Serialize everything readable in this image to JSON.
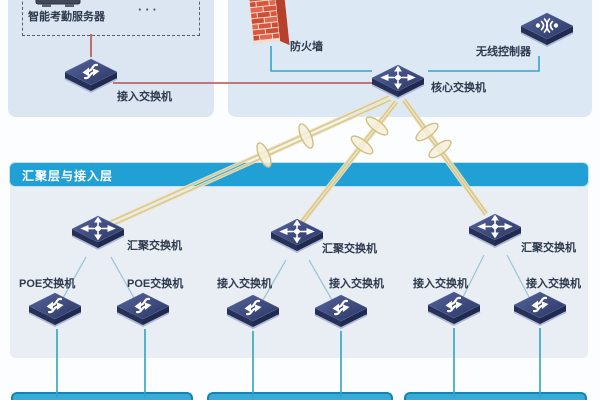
{
  "sections": {
    "aggregation_access": {
      "title": "汇聚层与接入层"
    }
  },
  "nodes": {
    "attendance_server": {
      "label": "智能考勤服务器",
      "more": "···"
    },
    "access_switch_top": {
      "label": "接入交换机"
    },
    "firewall": {
      "label": "防火墙"
    },
    "wireless_controller": {
      "label": "无线控制器"
    },
    "core_switch": {
      "label": "核心交换机"
    },
    "agg_switch_1": {
      "label": "汇聚交换机"
    },
    "agg_switch_2": {
      "label": "汇聚交换机"
    },
    "agg_switch_3": {
      "label": "汇聚交换机"
    },
    "poe_switch_1": {
      "label": "POE交换机"
    },
    "poe_switch_2": {
      "label": "POE交换机"
    },
    "access_switch_1": {
      "label": "接入交换机"
    },
    "access_switch_2": {
      "label": "接入交换机"
    },
    "access_switch_3": {
      "label": "接入交换机"
    },
    "access_switch_4": {
      "label": "接入交换机"
    }
  },
  "colors": {
    "banner": "#21a0d6",
    "panel_top": "#dbe6f2",
    "panel_body": "#e9eef5",
    "wire_red": "#b8504f",
    "wire_teal": "#35a6c4",
    "wire_fiber": "#d9c88e",
    "device_navy": "#2e3a68",
    "firewall_brick": "#d8573a",
    "bottom_box_fill": "#3aabd7",
    "bottom_box_border": "#1486ad"
  }
}
